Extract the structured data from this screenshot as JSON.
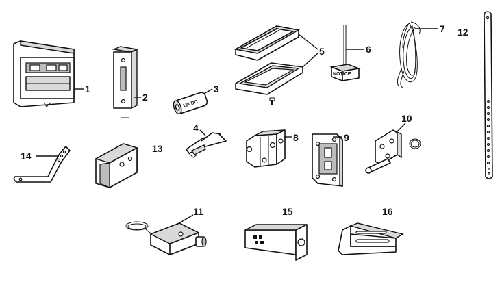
{
  "parts": [
    {
      "id": "1",
      "name": "door-control"
    },
    {
      "id": "2",
      "name": "safety-sensor"
    },
    {
      "id": "3",
      "name": "battery",
      "print": "12VDC"
    },
    {
      "id": "4",
      "name": "clip"
    },
    {
      "id": "5",
      "name": "light-lens"
    },
    {
      "id": "6",
      "name": "emergency-release-handle",
      "print": "NOTICE"
    },
    {
      "id": "7",
      "name": "bell-wire"
    },
    {
      "id": "8",
      "name": "bracket-8"
    },
    {
      "id": "9",
      "name": "header-bracket"
    },
    {
      "id": "10",
      "name": "door-bracket"
    },
    {
      "id": "11",
      "name": "sensor-unit"
    },
    {
      "id": "12",
      "name": "perforated-strap"
    },
    {
      "id": "13",
      "name": "channel-bracket"
    },
    {
      "id": "14",
      "name": "curved-arm"
    },
    {
      "id": "15",
      "name": "mounting-bracket-15"
    },
    {
      "id": "16",
      "name": "mounting-bracket-16"
    }
  ]
}
